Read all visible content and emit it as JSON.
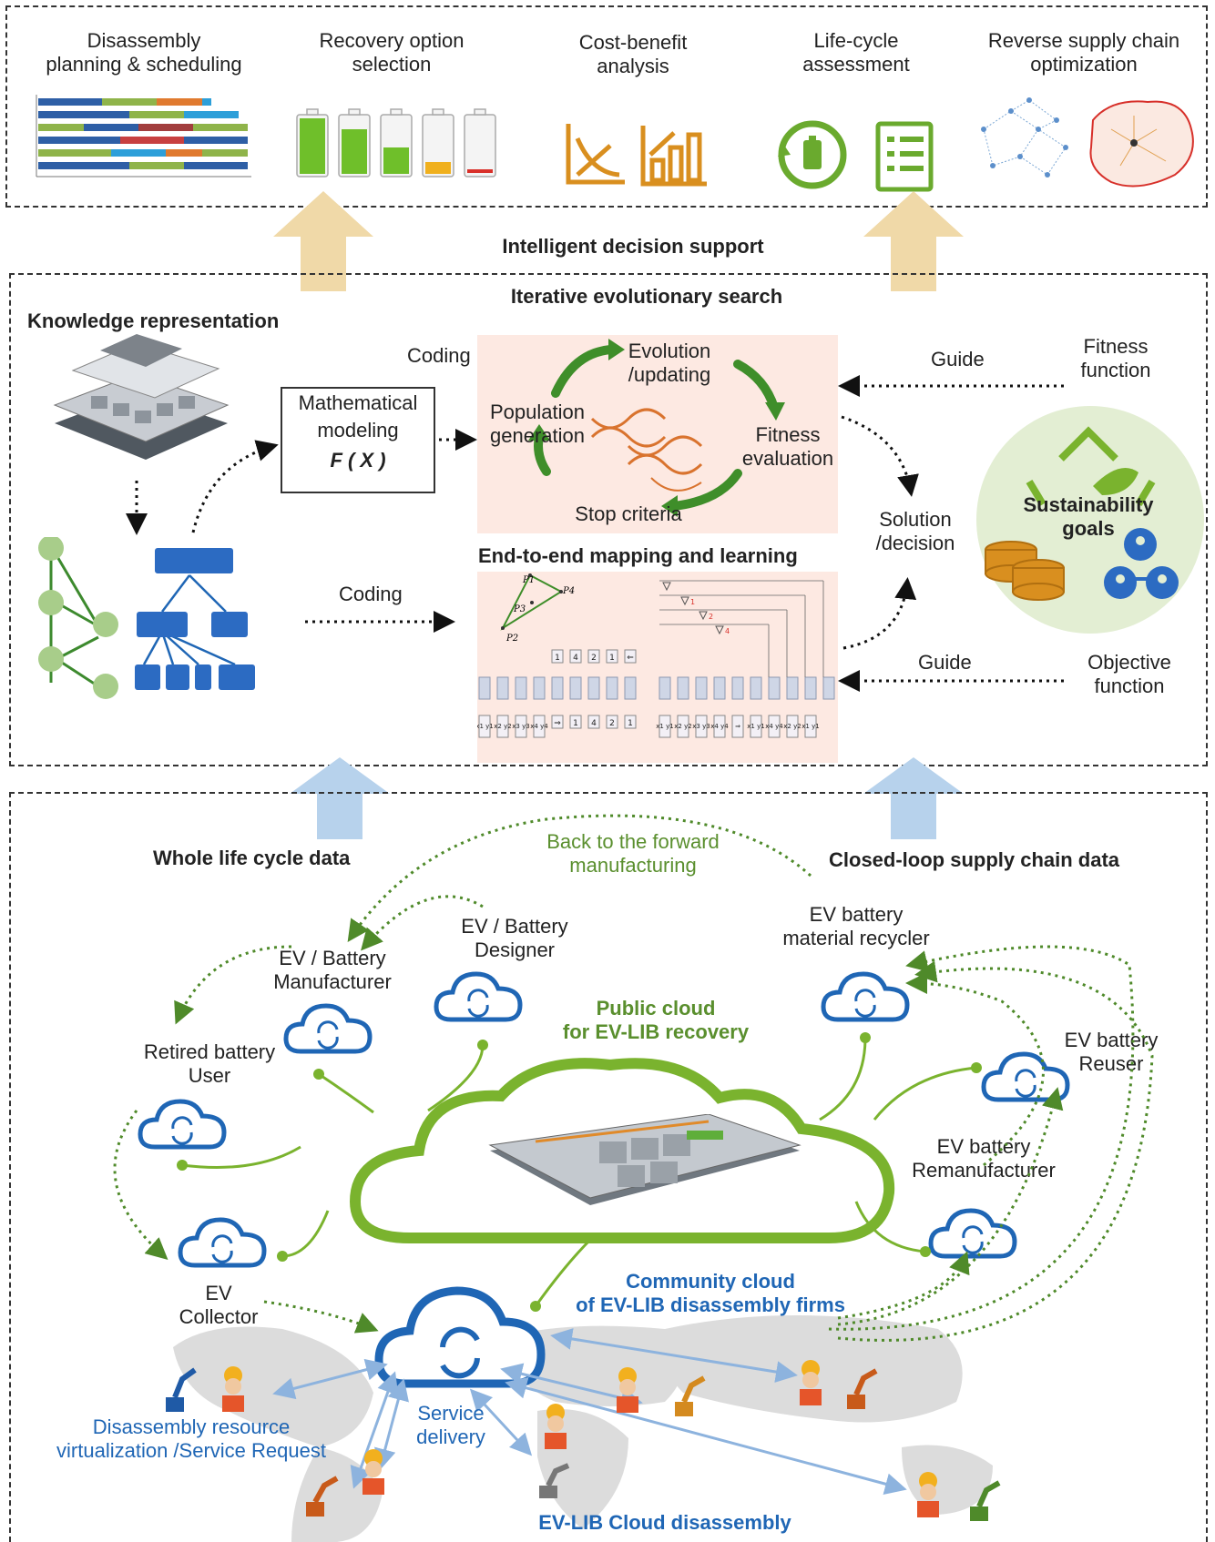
{
  "top_panel": {
    "items": [
      {
        "label": "Disassembly\nplanning & scheduling"
      },
      {
        "label": "Recovery option\nselection"
      },
      {
        "label": "Cost-benefit\nanalysis"
      },
      {
        "label": "Life-cycle\nassessment"
      },
      {
        "label": "Reverse supply chain\noptimization"
      }
    ]
  },
  "intelligent_decision_support": "Intelligent decision support",
  "middle_panel": {
    "title": "Iterative evolutionary search",
    "knowledge_representation": "Knowledge representation",
    "coding_top": "Coding",
    "coding_mid": "Coding",
    "math_model": {
      "line1": "Mathematical",
      "line2": "modeling",
      "formula": "F ( X )"
    },
    "cycle": {
      "evolution": "Evolution\n/updating",
      "population": "Population\ngeneration",
      "fitness_eval": "Fitness\nevaluation",
      "stop": "Stop criteria"
    },
    "guide_top": "Guide",
    "guide_bottom": "Guide",
    "fitness_function": "Fitness\nfunction",
    "objective_function": "Objective\nfunction",
    "solution": "Solution\n/decision",
    "sustainability": "Sustainability\ngoals",
    "e2e_title": "End-to-end mapping and learning",
    "e2e": {
      "p1": "P1",
      "p2": "P2",
      "p3": "P3",
      "p4": "P4",
      "tokens_top": [
        "1",
        "4",
        "2",
        "1",
        "⇐"
      ],
      "tokens_bottom": [
        "⇒",
        "1",
        "4",
        "2",
        "1"
      ],
      "inputs_left": [
        "x1\ny1",
        "x2\ny2",
        "x3\ny3",
        "x4\ny4"
      ],
      "inputs_right": [
        "x1\ny1",
        "x2\ny2",
        "x3\ny3",
        "x4\ny4",
        "⇒",
        "x1\ny1",
        "x4\ny4",
        "x2\ny2",
        "x1\ny1"
      ],
      "pointers": [
        "1",
        "2",
        "4"
      ]
    }
  },
  "bottom_panel": {
    "whole_life": "Whole life cycle data",
    "closed_loop": "Closed-loop supply chain data",
    "back_forward": "Back to the forward\nmanufacturing",
    "manufacturer": "EV / Battery\nManufacturer",
    "designer": "EV / Battery\nDesigner",
    "recycler": "EV battery\nmaterial recycler",
    "reuser": "EV battery\nReuser",
    "remanufacturer": "EV battery\nRemanufacturer",
    "user": "Retired battery\nUser",
    "collector": "EV\nCollector",
    "public_cloud": "Public cloud\nfor EV-LIB recovery",
    "community_cloud": "Community cloud\nof EV-LIB disassembly firms",
    "resource_virtualization": "Disassembly resource\nvirtualization /Service Request",
    "service_delivery": "Service\ndelivery",
    "cloud_disassembly": "EV-LIB Cloud disassembly"
  },
  "colors": {
    "cloud_blue": "#1f66b5",
    "green": "#7ab32e",
    "arrow_tan": "#f0d9a8",
    "arrow_blue": "#b7d2ec",
    "pink": "#fde9e2"
  }
}
